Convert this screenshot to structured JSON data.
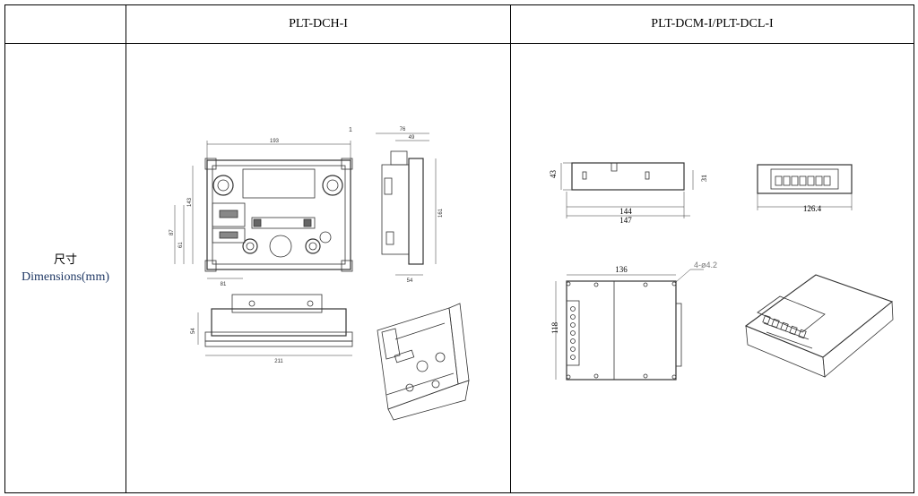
{
  "header": {
    "col1": "PLT-DCH-I",
    "col2": "PLT-DCM-I/PLT-DCL-I"
  },
  "row_label": {
    "cn": "尺寸",
    "en": "Dimensions(mm)"
  },
  "dch_dims": {
    "top_width": "193",
    "outer_width": "211",
    "height_a": "87",
    "height_b": "143",
    "height_c": "61",
    "bottom_offset": "81",
    "side_depth": "76",
    "side_inner": "49",
    "side_height": "161",
    "side_bottom": "54",
    "front_height": "54",
    "marker": "1"
  },
  "dcm_dims": {
    "height_left": "43",
    "height_right": "31",
    "inner_width": "144",
    "outer_width": "147",
    "end_width": "126.4",
    "top_width": "136",
    "holes": "4-ø4.2",
    "top_height": "118"
  }
}
